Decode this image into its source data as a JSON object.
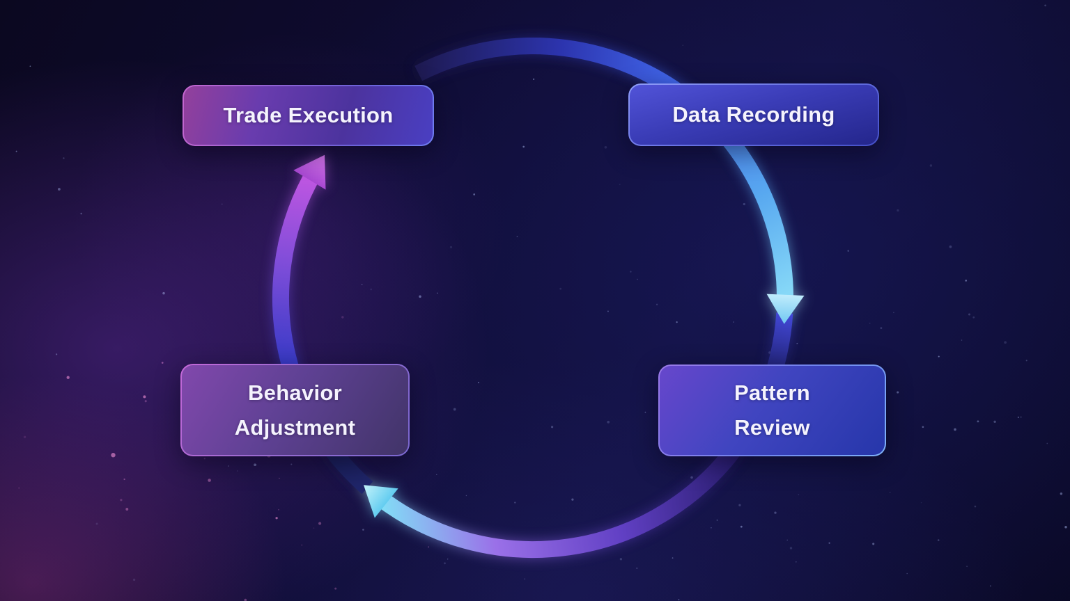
{
  "diagram": {
    "type": "cycle",
    "direction": "clockwise",
    "nodes": [
      {
        "id": "trade-execution",
        "label": "Trade Execution",
        "position": "top-left"
      },
      {
        "id": "data-recording",
        "label": "Data Recording",
        "position": "top-right"
      },
      {
        "id": "pattern-review",
        "label": "Pattern Review",
        "position": "bottom-right"
      },
      {
        "id": "behavior-adjustment",
        "label": "Behavior Adjustment",
        "position": "bottom-left"
      }
    ],
    "edges": [
      {
        "from": "trade-execution",
        "to": "data-recording",
        "arrow": "none-visible"
      },
      {
        "from": "data-recording",
        "to": "pattern-review",
        "arrow": "blue-down-arrow"
      },
      {
        "from": "pattern-review",
        "to": "behavior-adjustment",
        "arrow": "cyan-left-arrow"
      },
      {
        "from": "behavior-adjustment",
        "to": "trade-execution",
        "arrow": "magenta-up-arrow"
      }
    ]
  },
  "colors": {
    "background_navy": "#0f0c33",
    "glow_purple": "#7634b8",
    "glow_magenta": "#c73e98",
    "ring_dark_indigo": "#1e1a52",
    "ring_blue": "#4166ea",
    "ring_light_blue": "#8adcf8",
    "ring_purple": "#9a70e8",
    "ring_magenta": "#c457e2",
    "arrow_blue_light": "#c0ecfc",
    "arrow_blue": "#70c8f2",
    "arrow_cyan_light": "#c6f4fb",
    "arrow_cyan": "#62ccf0",
    "arrow_magenta_light": "#d878ee",
    "arrow_magenta": "#a848d2",
    "node_text": "#f5f3fd",
    "node_trade_fill": "#693cae",
    "node_data_fill": "#3a3cb6",
    "node_behavior_fill": "#5f4194",
    "node_pattern_fill": "#4045c0"
  }
}
